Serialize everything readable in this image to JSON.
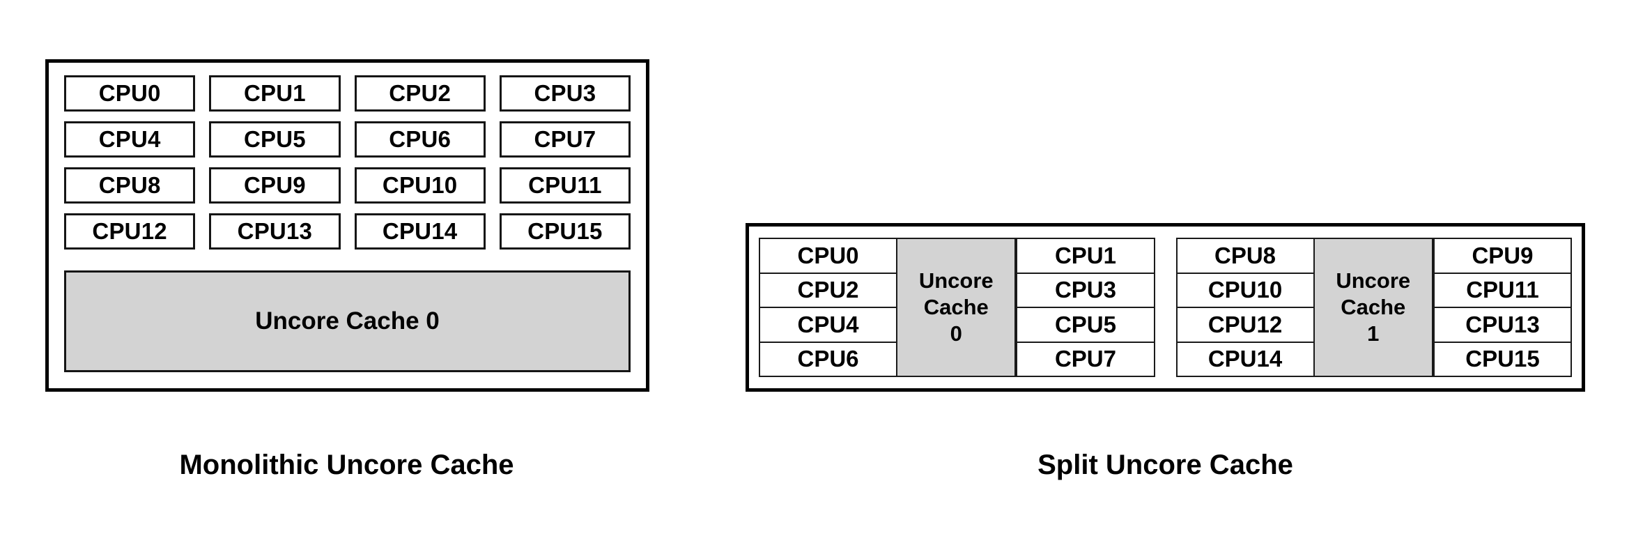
{
  "figure": {
    "background_color": "#ffffff",
    "outline_color": "#000000",
    "cache_fill_color": "#d3d3d3",
    "cpu_fill_color": "#ffffff"
  },
  "monolithic": {
    "caption": "Monolithic Uncore Cache",
    "cpu_rows": [
      [
        "CPU0",
        "CPU1",
        "CPU2",
        "CPU3"
      ],
      [
        "CPU4",
        "CPU5",
        "CPU6",
        "CPU7"
      ],
      [
        "CPU8",
        "CPU9",
        "CPU10",
        "CPU11"
      ],
      [
        "CPU12",
        "CPU13",
        "CPU14",
        "CPU15"
      ]
    ],
    "uncore_cache_label": "Uncore Cache 0"
  },
  "split": {
    "caption": "Split Uncore Cache",
    "groups": [
      {
        "left_cpus": [
          "CPU0",
          "CPU2",
          "CPU4",
          "CPU6"
        ],
        "uncore_line1": "Uncore",
        "uncore_line2": "Cache",
        "uncore_line3": "0",
        "right_cpus": [
          "CPU1",
          "CPU3",
          "CPU5",
          "CPU7"
        ]
      },
      {
        "left_cpus": [
          "CPU8",
          "CPU10",
          "CPU12",
          "CPU14"
        ],
        "uncore_line1": "Uncore",
        "uncore_line2": "Cache",
        "uncore_line3": "1",
        "right_cpus": [
          "CPU9",
          "CPU11",
          "CPU13",
          "CPU15"
        ]
      }
    ]
  }
}
